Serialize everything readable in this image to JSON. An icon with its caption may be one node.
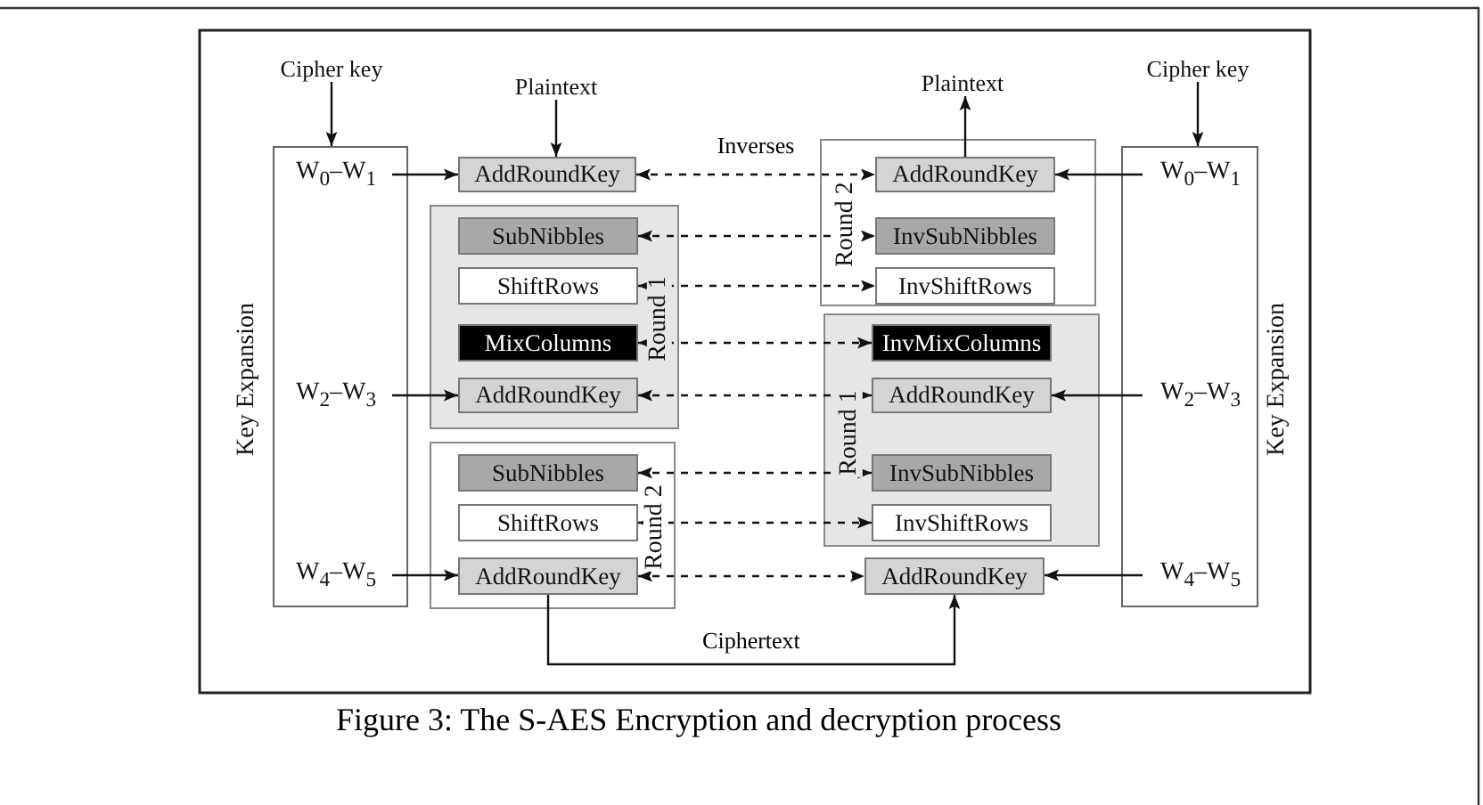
{
  "diagram": {
    "caption": "Figure 3: The S-AES Encryption and decryption process",
    "nodes": [
      {
        "text": [
          "Key Expansion"
        ]
      },
      {
        "text": [
          "W$_{0}$–W$_{1}$"
        ],
        "in": 0
      },
      {
        "text": [
          "W$_{2}$–W$_{3}$"
        ],
        "in": 0
      },
      {
        "text": [
          "W$_{4}$–W$_{5}$"
        ],
        "in": 0
      },
      {
        "text": [
          "Cipher key"
        ]
      },
      {
        "text": [
          "Plaintext"
        ]
      },
      {
        "text": [
          "AddRoundKey"
        ]
      },
      {
        "text": [
          "Round 1"
        ]
      },
      {
        "text": [
          "SubNibbles"
        ],
        "in": 7
      },
      {
        "text": [
          "ShiftRows"
        ],
        "in": 7
      },
      {
        "text": [
          "MixColumns"
        ],
        "in": 7
      },
      {
        "text": [
          "AddRoundKey"
        ],
        "in": 7
      },
      {
        "text": [
          "Round 2"
        ]
      },
      {
        "text": [
          "SubNibbles"
        ],
        "in": 12
      },
      {
        "text": [
          "ShiftRows"
        ],
        "in": 12
      },
      {
        "text": [
          "AddRoundKey"
        ],
        "in": 12
      },
      {
        "text": [
          "Plaintext"
        ]
      },
      {
        "text": [
          "Round 2"
        ]
      },
      {
        "text": [
          "AddRoundKey"
        ],
        "in": 17
      },
      {
        "text": [
          "InvSubNibbles"
        ],
        "in": 17
      },
      {
        "text": [
          "InvShiftRows"
        ],
        "in": 17
      },
      {
        "text": [
          "Round 1"
        ]
      },
      {
        "text": [
          "InvMixColumns"
        ],
        "in": 21
      },
      {
        "text": [
          "AddRoundKey"
        ],
        "in": 21
      },
      {
        "text": [
          "InvSubNibbles"
        ],
        "in": 21
      },
      {
        "text": [
          "InvShiftRows"
        ],
        "in": 21
      },
      {
        "text": [
          "AddRoundKey"
        ]
      },
      {
        "text": [
          "Cipher key"
        ]
      },
      {
        "text": [
          "Key Expansion"
        ]
      },
      {
        "text": [
          "W$_{0}$–W$_{1}$"
        ],
        "in": 28
      },
      {
        "text": [
          "W$_{2}$–W$_{3}$"
        ],
        "in": 28
      },
      {
        "text": [
          "W$_{4}$–W$_{5}$"
        ],
        "in": 28
      }
    ],
    "edges": [
      {
        "from": 4,
        "to": 0,
        "arrow": "to"
      },
      {
        "from": 5,
        "to": 6,
        "arrow": "to"
      },
      {
        "from": 1,
        "to": 6,
        "arrow": "to"
      },
      {
        "from": 2,
        "to": 11,
        "arrow": "to"
      },
      {
        "from": 3,
        "to": 15,
        "arrow": "to"
      },
      {
        "from": 6,
        "to": 18,
        "arrow": "both",
        "style": "dashed",
        "label": "Inverses"
      },
      {
        "from": 8,
        "to": 19,
        "arrow": "both",
        "style": "dashed"
      },
      {
        "from": 9,
        "to": 20,
        "arrow": "both",
        "style": "dashed"
      },
      {
        "from": 10,
        "to": 22,
        "arrow": "both",
        "style": "dashed"
      },
      {
        "from": 11,
        "to": 23,
        "arrow": "both",
        "style": "dashed"
      },
      {
        "from": 13,
        "to": 24,
        "arrow": "both",
        "style": "dashed"
      },
      {
        "from": 14,
        "to": 25,
        "arrow": "both",
        "style": "dashed"
      },
      {
        "from": 15,
        "to": 26,
        "arrow": "both",
        "style": "dashed"
      },
      {
        "from": 15,
        "to": 26,
        "arrow": "to",
        "label": "Ciphertext"
      },
      {
        "from": 18,
        "to": 16,
        "arrow": "to"
      },
      {
        "from": 27,
        "to": 28,
        "arrow": "to"
      },
      {
        "from": 29,
        "to": 18,
        "arrow": "to"
      },
      {
        "from": 30,
        "to": 23,
        "arrow": "to"
      },
      {
        "from": 31,
        "to": 26,
        "arrow": "to"
      }
    ]
  }
}
